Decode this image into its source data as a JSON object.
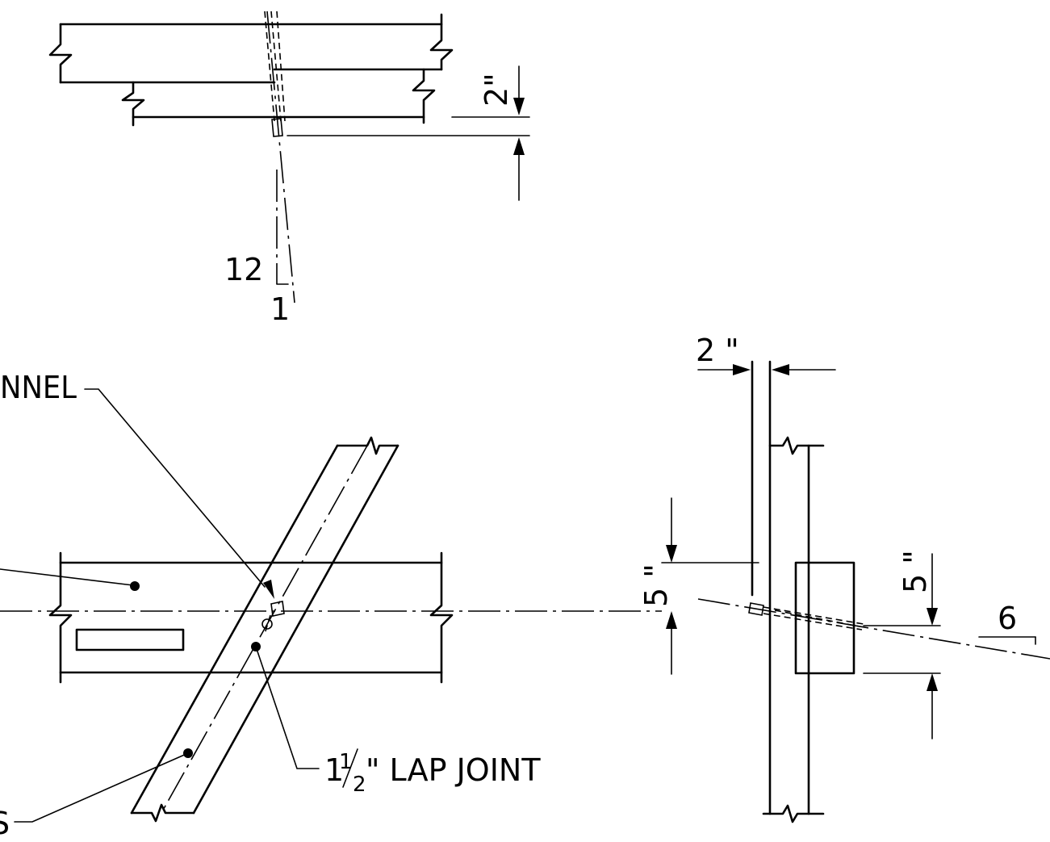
{
  "labels": {
    "top_dim": "2\"",
    "slope_rise": "12",
    "slope_run": "1",
    "channel_callout": "NNEL",
    "lap_joint_whole": "1",
    "lap_joint_num": "1",
    "lap_joint_den": "2",
    "lap_joint_text": "\" LAP  JOINT",
    "bottom_left_callout": "S",
    "right_top_dim": "2 \"",
    "right_left_dim": "5 \"",
    "right_right_dim": "5 \"",
    "right_slope": "6"
  }
}
